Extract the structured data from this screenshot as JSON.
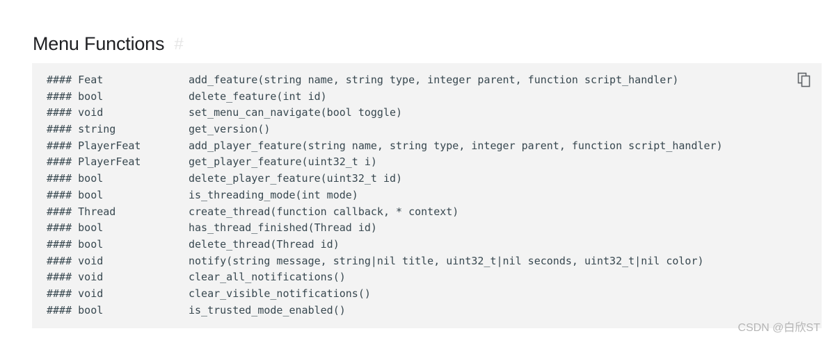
{
  "heading": {
    "title": "Menu Functions",
    "anchor": "#"
  },
  "code": {
    "copy_icon": "copy-icon",
    "lines": [
      {
        "ret": "#### Feat",
        "sig": "add_feature(string name, string type, integer parent, function script_handler)"
      },
      {
        "ret": "#### bool",
        "sig": "delete_feature(int id)"
      },
      {
        "ret": "#### void",
        "sig": "set_menu_can_navigate(bool toggle)"
      },
      {
        "ret": "#### string",
        "sig": "get_version()"
      },
      {
        "ret": "#### PlayerFeat",
        "sig": "add_player_feature(string name, string type, integer parent, function script_handler)"
      },
      {
        "ret": "#### PlayerFeat",
        "sig": "get_player_feature(uint32_t i)"
      },
      {
        "ret": "#### bool",
        "sig": "delete_player_feature(uint32_t id)"
      },
      {
        "ret": "#### bool",
        "sig": "is_threading_mode(int mode)"
      },
      {
        "ret": "#### Thread",
        "sig": "create_thread(function callback, * context)"
      },
      {
        "ret": "#### bool",
        "sig": "has_thread_finished(Thread id)"
      },
      {
        "ret": "#### bool",
        "sig": "delete_thread(Thread id)"
      },
      {
        "ret": "#### void",
        "sig": "notify(string message, string|nil title, uint32_t|nil seconds, uint32_t|nil color)"
      },
      {
        "ret": "#### void",
        "sig": "clear_all_notifications()"
      },
      {
        "ret": "#### void",
        "sig": "clear_visible_notifications()"
      },
      {
        "ret": "#### bool",
        "sig": "is_trusted_mode_enabled()"
      }
    ]
  },
  "watermark": "CSDN @白欣ST"
}
